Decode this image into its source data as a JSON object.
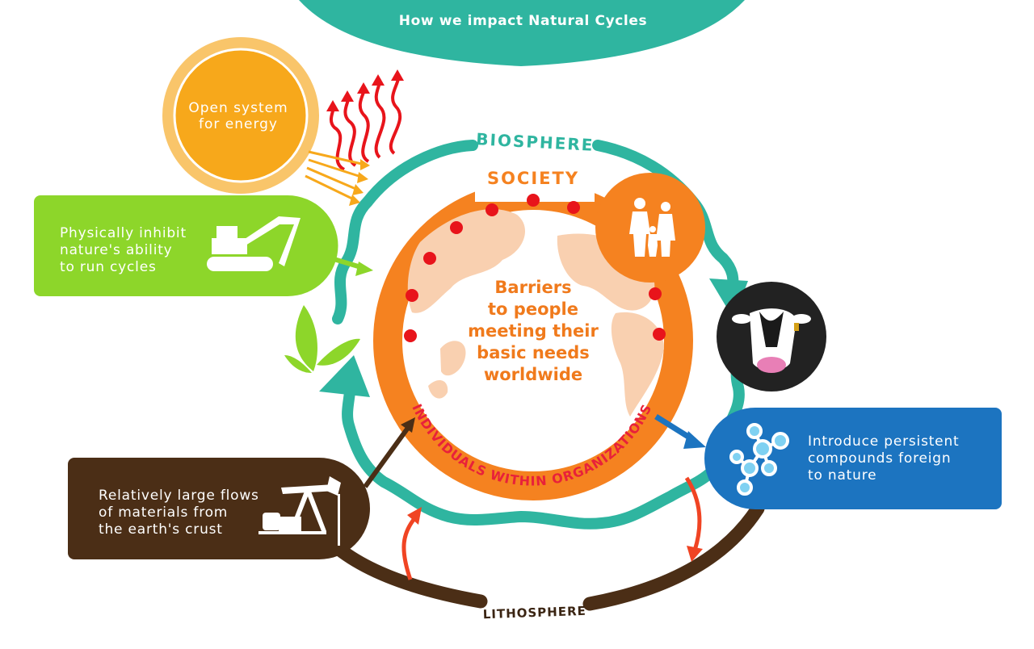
{
  "title": "How we impact Natural Cycles",
  "sun": {
    "label": "Open system\nfor energy"
  },
  "biosphere": {
    "label": "BIOSPHERE"
  },
  "society": {
    "label": "SOCIETY"
  },
  "center": {
    "label": "Barriers\nto people\nmeeting their\nbasic needs\nworldwide"
  },
  "ring_bottom": {
    "label": "INDIVIDUALS WITHIN ORGANIZATIONS"
  },
  "lithosphere": {
    "label": "LITHOSPHERE"
  },
  "panels": {
    "inhibit": {
      "label": "Physically inhibit\nnature's ability\nto run cycles"
    },
    "compounds": {
      "label": "Introduce persistent\ncompounds foreign\nto nature"
    },
    "materials": {
      "label": "Relatively large flows\nof materials from\nthe earth's crust"
    }
  },
  "colors": {
    "teal": "#2fb5a0",
    "orange": "#f58220",
    "sun": "#f7a81b",
    "green": "#8dd62a",
    "blue": "#1c74c0",
    "brown": "#4b2e16",
    "dark": "#222222",
    "red_dot": "#e8141b",
    "map": "#f9d0b0",
    "center_text": "#f07a1c",
    "ring_text": "#e8213a"
  },
  "icons": [
    "excavator-icon",
    "family-icon",
    "cow-icon",
    "molecule-icon",
    "oil-pump-icon",
    "leaf-icon",
    "heat-arrows-icon",
    "sun-rays-icon"
  ]
}
